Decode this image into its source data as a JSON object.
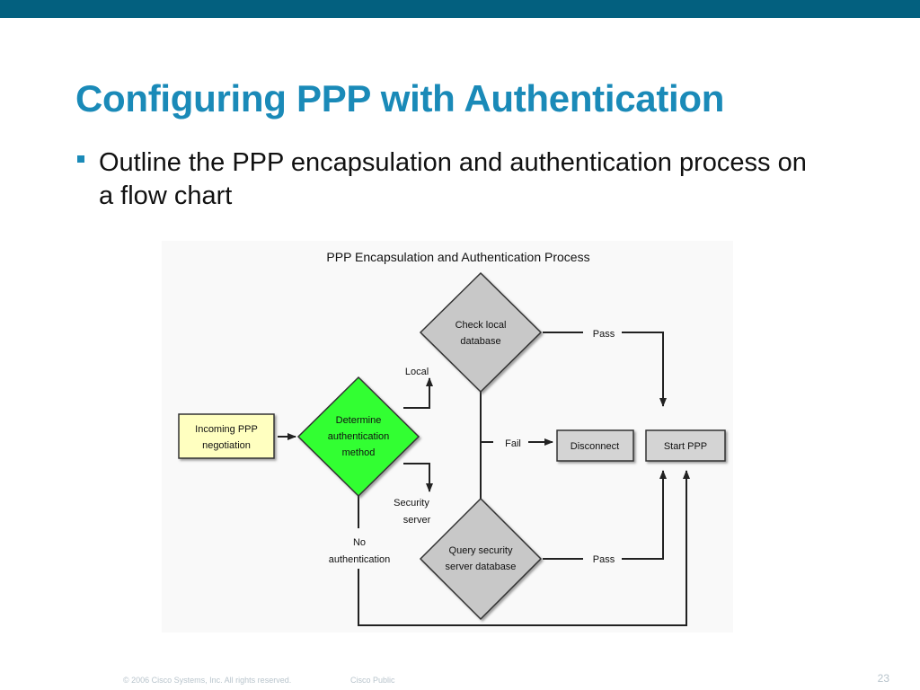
{
  "slide": {
    "title": "Configuring PPP with Authentication",
    "bullet": "Outline the PPP encapsulation and authentication process on a flow chart",
    "footer_copyright": "© 2006 Cisco Systems, Inc. All rights reserved.",
    "footer_classification": "Cisco Public",
    "page_number": "23"
  },
  "colors": {
    "top_bar": "#03607f",
    "title": "#1a8ab8",
    "start_box": "#ffffc0",
    "decision_green": "#33ff33",
    "decision_gray": "#c8c8c8",
    "process_gray": "#d4d4d4"
  },
  "diagram": {
    "title": "PPP Encapsulation and Authentication Process",
    "nodes": {
      "incoming": [
        "Incoming PPP",
        "negotiation"
      ],
      "determine": [
        "Determine",
        "authentication",
        "method"
      ],
      "check_local": [
        "Check local",
        "database"
      ],
      "query_security": [
        "Query security",
        "server database"
      ],
      "disconnect": [
        "Disconnect"
      ],
      "start_ppp": [
        "Start PPP"
      ]
    },
    "edge_labels": {
      "local": "Local",
      "security_server": [
        "Security",
        "server"
      ],
      "no_auth": [
        "No",
        "authentication"
      ],
      "pass_local": "Pass",
      "pass_security": "Pass",
      "fail": "Fail"
    }
  }
}
